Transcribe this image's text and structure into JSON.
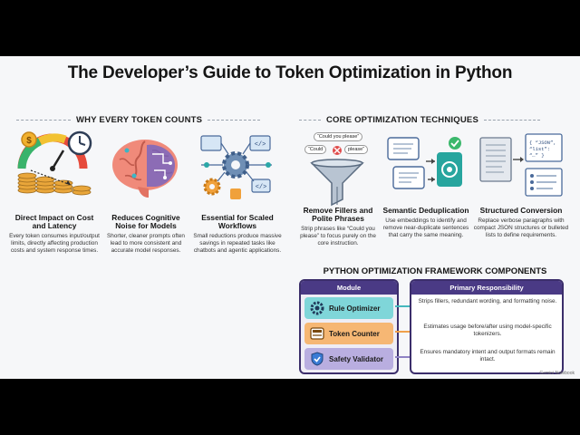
{
  "title": "The Developer’s Guide to Token Optimization in Python",
  "left_section": {
    "heading": "WHY EVERY TOKEN COUNTS",
    "columns": [
      {
        "title": "Direct Impact on Cost and Latency",
        "body": "Every token consumes input/output limits, directly affecting production costs and system response times.",
        "icon": "money-clock-gauge-icon"
      },
      {
        "title": "Reduces Cognitive Noise for Models",
        "body": "Shorter, cleaner prompts often lead to more consistent and accurate model responses.",
        "icon": "brain-icon"
      },
      {
        "title": "Essential for Scaled Workflows",
        "body": "Small reductions produce massive savings in repeated tasks like chatbots and agentic applications.",
        "icon": "workflow-gears-icon"
      }
    ]
  },
  "right_section": {
    "heading": "CORE OPTIMIZATION TECHNIQUES",
    "columns": [
      {
        "title": "Remove Fillers and Polite Phrases",
        "body": "Strip phrases like “Could you please” to focus purely on the core instruction.",
        "icon": "filter-funnel-icon",
        "bubbles": [
          "“Could you please”",
          "“Could",
          "please”"
        ]
      },
      {
        "title": "Semantic Deduplication",
        "body": "Use embeddings to identify and remove near-duplicate sentences that carry the same meaning.",
        "icon": "dedup-chat-icon"
      },
      {
        "title": "Structured Conversion",
        "body": "Replace verbose paragraphs with compact JSON structures or bulleted lists to define requirements.",
        "icon": "json-document-icon",
        "json_text": "{ “JSON”, “list”: “…” }"
      }
    ]
  },
  "framework": {
    "heading": "PYTHON OPTIMIZATION FRAMEWORK COMPONENTS",
    "module_header": "Module",
    "resp_header": "Primary Responsibility",
    "rows": [
      {
        "module": "Rule Optimizer",
        "responsibility": "Strips fillers, redundant wording, and formatting noise.",
        "icon": "gear-icon",
        "color": "#7fd6d9"
      },
      {
        "module": "Token Counter",
        "responsibility": "Estimates usage before/after using model-specific tokenizers.",
        "icon": "counter-icon",
        "color": "#f6b774"
      },
      {
        "module": "Safety Validator",
        "responsibility": "Ensures mandatory intent and output formats remain intact.",
        "icon": "shield-check-icon",
        "color": "#b9aee0"
      }
    ]
  },
  "watermark": "Gemini Notebook"
}
